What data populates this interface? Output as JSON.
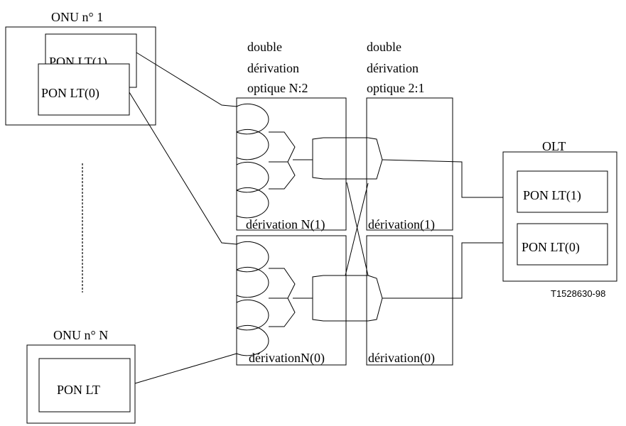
{
  "onu1": {
    "title": "ONU n° 1",
    "lt1": "PON LT(1)",
    "lt0": "PON LT(0)"
  },
  "onuN": {
    "title": "ONU n° N",
    "lt": "PON LT"
  },
  "splitterNto2": {
    "heading": [
      "double",
      "dérivation",
      "optique N:2"
    ],
    "upper_label": "dérivation N(1)",
    "lower_label": "dérivationN(0)"
  },
  "splitter2to1": {
    "heading": [
      "double",
      "dérivation",
      "optique 2:1"
    ],
    "upper_label": "dérivation(1)",
    "lower_label": "dérivation(0)"
  },
  "olt": {
    "title": "OLT",
    "lt1": "PON LT(1)",
    "lt0": "PON LT(0)"
  },
  "figure_code": "T1528630-98"
}
